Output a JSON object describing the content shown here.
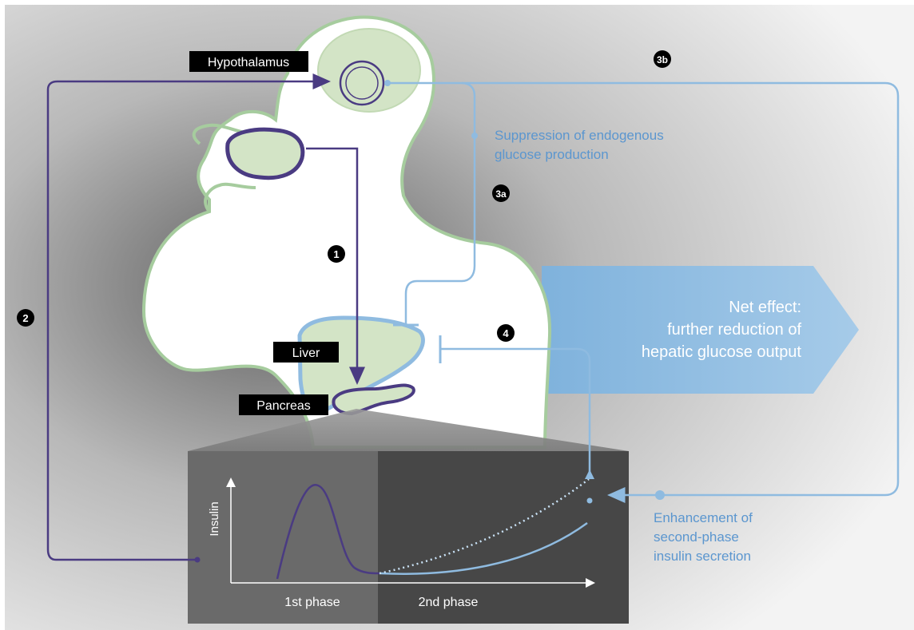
{
  "labels": {
    "hypothalamus": "Hypothalamus",
    "liver": "Liver",
    "pancreas": "Pancreas"
  },
  "steps": {
    "s1": "1",
    "s2": "2",
    "s3a": "3a",
    "s3b": "3b",
    "s4": "4"
  },
  "annotations": {
    "suppression_line1": "Suppression of endogenous",
    "suppression_line2": "glucose production",
    "enhancement_line1": "Enhancement of",
    "enhancement_line2": "second-phase",
    "enhancement_line3": "insulin secretion"
  },
  "net_effect": {
    "line1": "Net effect:",
    "line2": "further reduction of",
    "line3": "hepatic glucose output"
  },
  "chart": {
    "ylabel": "Insulin",
    "phase1_label": "1st phase",
    "phase2_label": "2nd phase"
  },
  "colors": {
    "dark_purple_pathway": "#4a3b82",
    "light_blue_pathway": "#8fbbe0",
    "body_fill": "#ffffff",
    "body_outline": "#a6cc9e",
    "organ_fill": "#d3e4c6",
    "chart_phase1_bg": "#6a6a6a",
    "chart_phase2_bg": "#474747",
    "arrow_fill": "#93bfe2",
    "label_box": "#000000",
    "annotation_text": "#5b96cf"
  }
}
